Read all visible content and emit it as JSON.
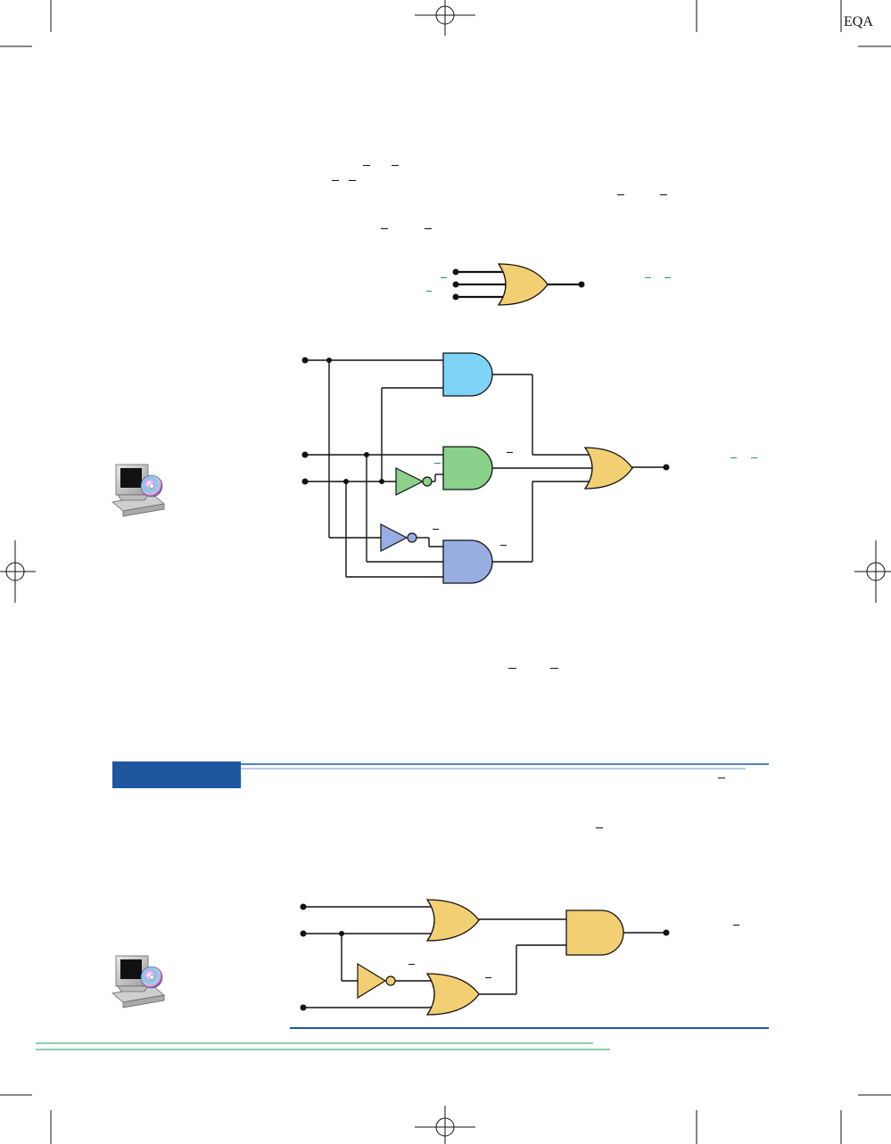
{
  "header": {
    "tag": "EQA"
  },
  "colors": {
    "and_blue": "#7fd3f7",
    "and_green": "#8ad18b",
    "and_purple": "#98aee2",
    "or_gold": "#f2cf72",
    "not_green": "#8ad18b",
    "not_purple": "#98aee2",
    "banner_blue": "#1e56a0",
    "rule_blue": "#1e56a0",
    "rule_green": "#1f9b54"
  },
  "icons": [
    "computer-cd-icon",
    "computer-cd-icon"
  ],
  "gates": {
    "top_or": "or-gate",
    "figure1": [
      "and-gate",
      "and-gate",
      "and-gate",
      "or-gate",
      "not-gate",
      "not-gate"
    ],
    "figure2": [
      "or-gate",
      "or-gate",
      "and-gate",
      "not-gate"
    ]
  }
}
